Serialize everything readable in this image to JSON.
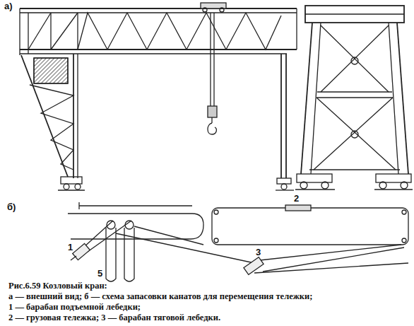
{
  "diagram": {
    "caption": "Рис.6.59 Козловый кран:",
    "labels": [
      "а)",
      "б)",
      "1",
      "5",
      "2",
      "3",
      "а — внешний вид; б — схема запасовки канатов для перемещения тележки;",
      "1 — барабан подъемной лебедки;",
      "2 — грузовая тележка; 3 — барабан тяговой лебедки."
    ]
  }
}
